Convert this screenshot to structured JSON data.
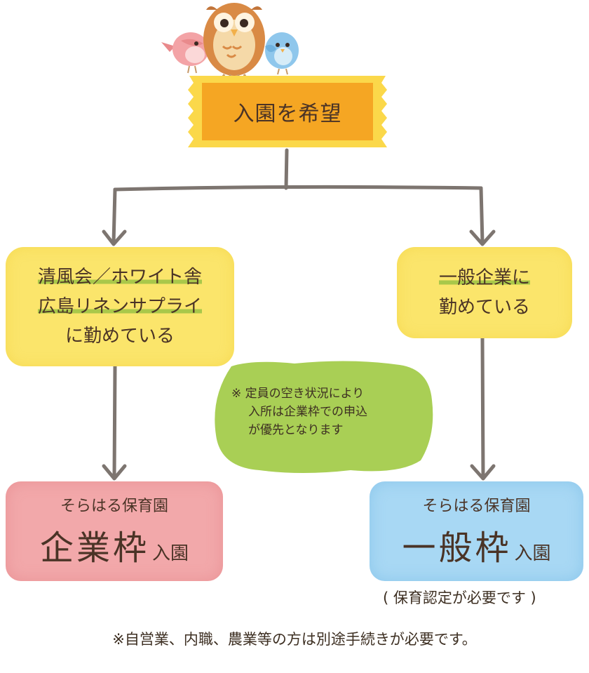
{
  "top": {
    "label": "入園を希望"
  },
  "left_branch": {
    "lines": [
      "清風会／ホワイト舎",
      "広島リネンサプライ",
      "に勤めている"
    ]
  },
  "right_branch": {
    "lines": [
      "一般企業に",
      "勤めている"
    ]
  },
  "note": {
    "lines": [
      "※ 定員の空き状況により",
      "入所は企業枠での申込",
      "が優先となります"
    ]
  },
  "left_result": {
    "subtitle": "そらはる保育園",
    "title": "企業枠",
    "suffix": "入園"
  },
  "right_result": {
    "subtitle": "そらはる保育園",
    "title": "一般枠",
    "suffix": "入園",
    "requirement": "( 保育認定が必要です )"
  },
  "footnote": "※自営業、内職、農業等の方は別途手続きが必要です。",
  "colors": {
    "banner": "#f5a623",
    "banner_edge": "#fbd84a",
    "yellow_box": "#fbe56b",
    "highlight": "#a9c84a",
    "note_bubble": "#a9cf55",
    "pink_box": "#f2a8aa",
    "blue_box": "#a8d8f4",
    "connector": "#7d7570",
    "text": "#4a3326"
  },
  "icons": [
    "owl-icon",
    "pink-bird-icon",
    "blue-bird-icon"
  ]
}
